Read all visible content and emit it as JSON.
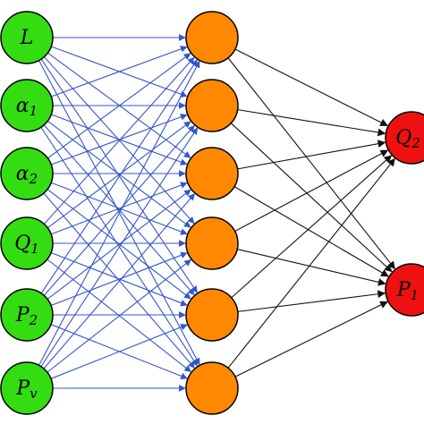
{
  "colors": {
    "input_fill": "#33dd11",
    "hidden_fill": "#ff8800",
    "output_fill": "#ee1111",
    "node_stroke": "#000000",
    "input_hidden_edge": "#3355cc",
    "hidden_output_edge": "#111111"
  },
  "layers": {
    "input": [
      {
        "base": "L",
        "sub": ""
      },
      {
        "base": "α",
        "sub": "1"
      },
      {
        "base": "α",
        "sub": "2"
      },
      {
        "base": "Q",
        "sub": "1"
      },
      {
        "base": "P",
        "sub": "2"
      },
      {
        "base": "P",
        "sub": "v"
      }
    ],
    "hidden_count": 6,
    "output": [
      {
        "base": "Q",
        "sub": "2"
      },
      {
        "base": "P",
        "sub": "1"
      }
    ]
  }
}
